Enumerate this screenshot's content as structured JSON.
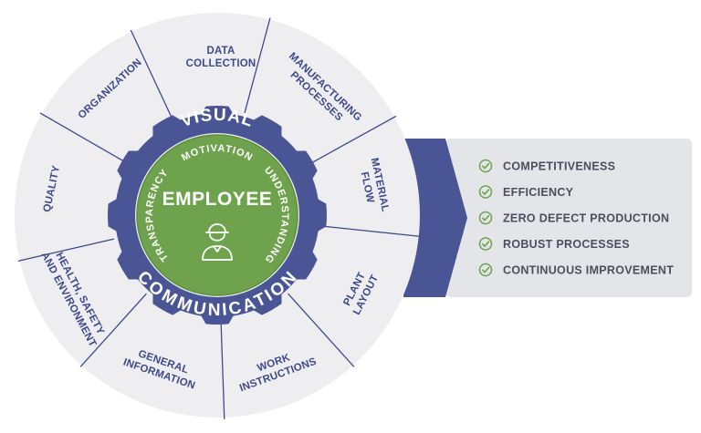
{
  "colors": {
    "segment_fill": "#eeeef0",
    "segment_line": "#3d4a8a",
    "ring_blue": "#4a5596",
    "ring_blue_dark": "#3c4785",
    "green": "#6fa24c",
    "panel": "#e4e5e8",
    "check": "#6fa24c",
    "text_dark": "#3d4a8a"
  },
  "outer_segments": [
    {
      "lines": [
        "DATA",
        "COLLECTION"
      ]
    },
    {
      "lines": [
        "MANUFACTURING",
        "PROCESSES"
      ]
    },
    {
      "lines": [
        "MATERIAL",
        "FLOW"
      ]
    },
    {
      "lines": [
        "PLANT",
        "LAYOUT"
      ]
    },
    {
      "lines": [
        "WORK",
        "INSTRUCTIONS"
      ]
    },
    {
      "lines": [
        "GENERAL",
        "INFORMATION"
      ]
    },
    {
      "lines": [
        "HEALTH, SAFETY",
        "AND ENVIRONMENT"
      ]
    },
    {
      "lines": [
        "QUALITY"
      ]
    },
    {
      "lines": [
        "ORGANIZATION"
      ]
    }
  ],
  "ring": {
    "top": "VISUAL",
    "bottom": "COMMUNICATION"
  },
  "inner": {
    "top": "MOTIVATION",
    "left": "TRANSPARENCY",
    "right": "UNDERSTANDING",
    "center": "EMPLOYEE",
    "icon": "employee-person-icon"
  },
  "benefits": [
    {
      "label": "COMPETITIVENESS",
      "icon": "check-circle-icon"
    },
    {
      "label": "EFFICIENCY",
      "icon": "check-circle-icon"
    },
    {
      "label": "ZERO DEFECT PRODUCTION",
      "icon": "check-circle-icon"
    },
    {
      "label": "ROBUST PROCESSES",
      "icon": "check-circle-icon"
    },
    {
      "label": "CONTINUOUS IMPROVEMENT",
      "icon": "check-circle-icon"
    }
  ]
}
